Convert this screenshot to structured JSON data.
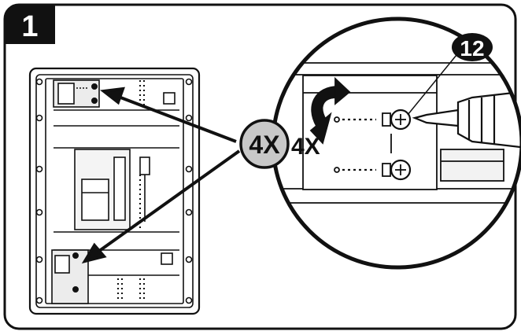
{
  "step": {
    "number": "1"
  },
  "callouts": {
    "quantity_badge": "4X",
    "quantity_echo": "4X",
    "part_number": "12"
  },
  "colors": {
    "line": "#111111",
    "badge_fill": "#c8c8c8",
    "panel_fill": "#ffffff",
    "shade": "#d9d9d9"
  },
  "icons": [
    "rotation-arrow-icon",
    "screw-icon",
    "screwdriver-icon"
  ]
}
